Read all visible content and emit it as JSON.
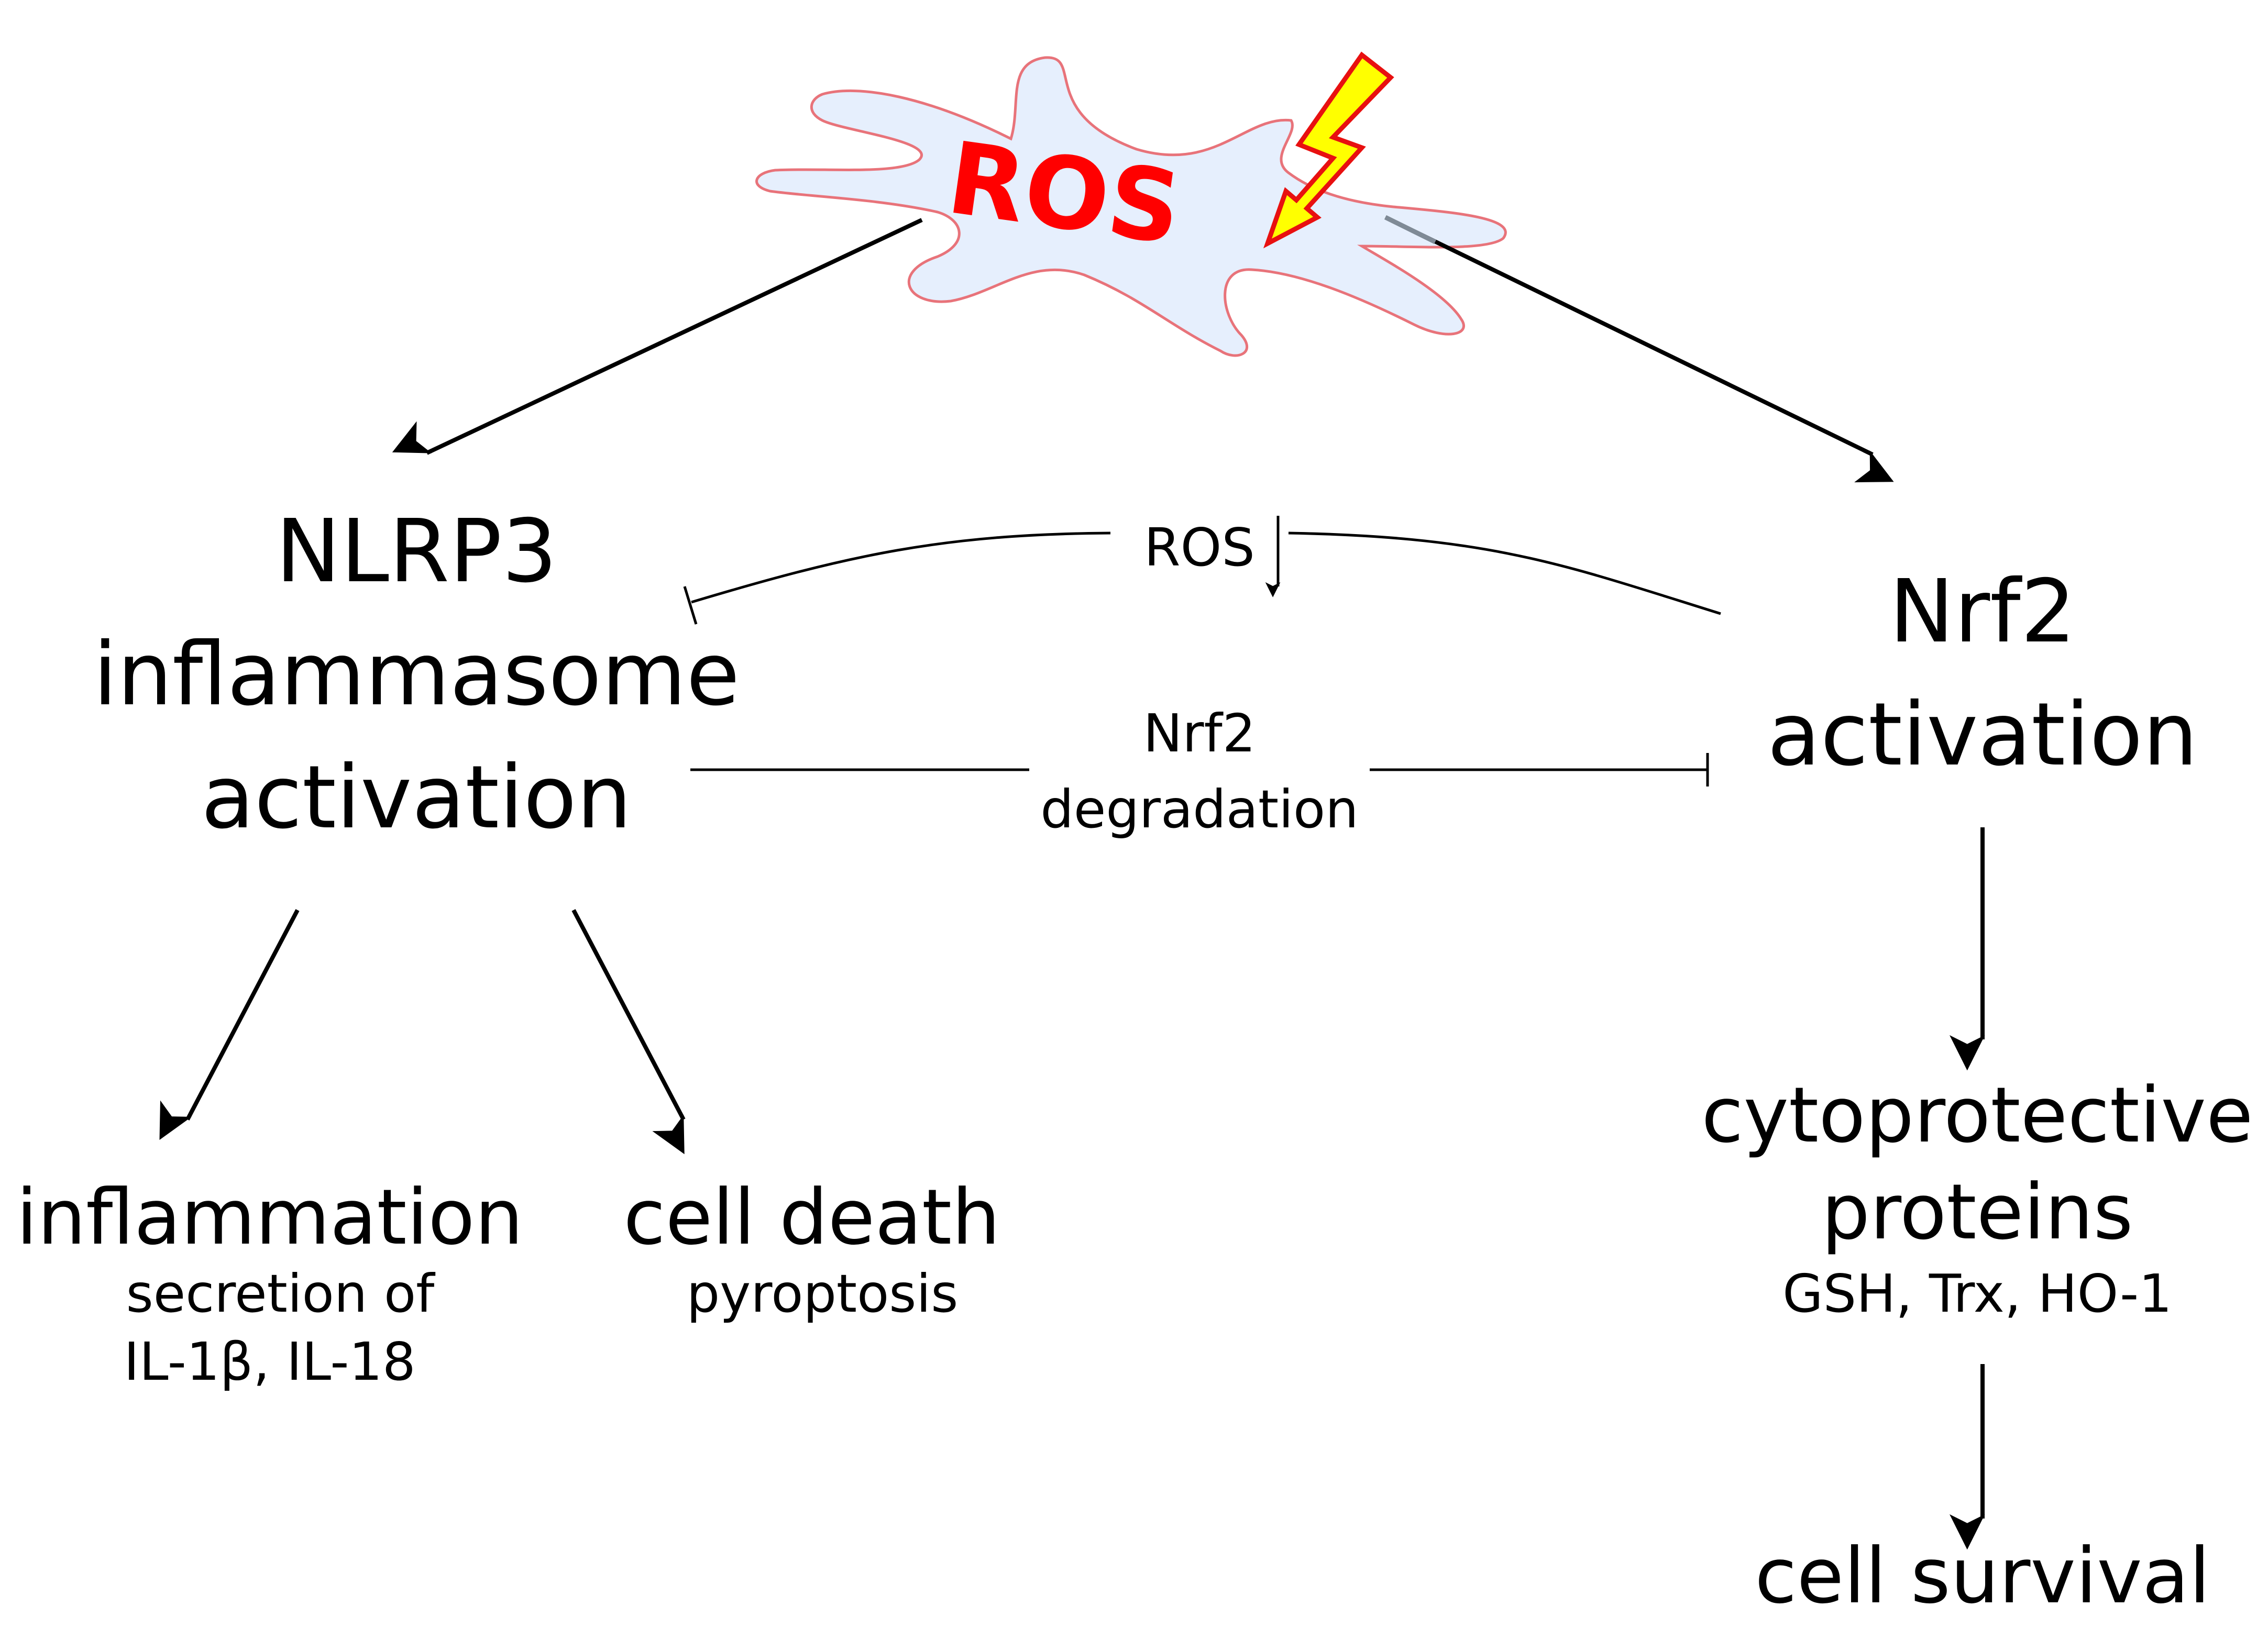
{
  "colors": {
    "ink": "#000000",
    "ros_text": "#ff0000",
    "cloud_fill": "#e6effd",
    "cloud_stroke": "#e8737a",
    "bolt_fill": "#ffff00",
    "bolt_stroke": "#e81010"
  },
  "icons": {
    "cloud": "ros-splash-cloud",
    "bolt": "lightning-bolt-icon"
  },
  "ros_cloud": {
    "label": "ROS"
  },
  "nlrp3": {
    "line1": "NLRP3",
    "line2": "inflammasome",
    "line3": "activation"
  },
  "nrf2": {
    "line1": "Nrf2",
    "line2": "activation"
  },
  "middle": {
    "ros_label": "ROS",
    "degradation_line1": "Nrf2",
    "degradation_line2": "degradation"
  },
  "inflammation": {
    "title": "inflammation",
    "sub1": "secretion of",
    "sub2": "IL-1β, IL-18"
  },
  "cell_death": {
    "title": "cell death",
    "sub": "pyroptosis"
  },
  "cytoprotective": {
    "line1": "cytoprotective",
    "line2": "proteins",
    "sub": "GSH, Trx, HO-1"
  },
  "survival": {
    "title": "cell survival"
  }
}
